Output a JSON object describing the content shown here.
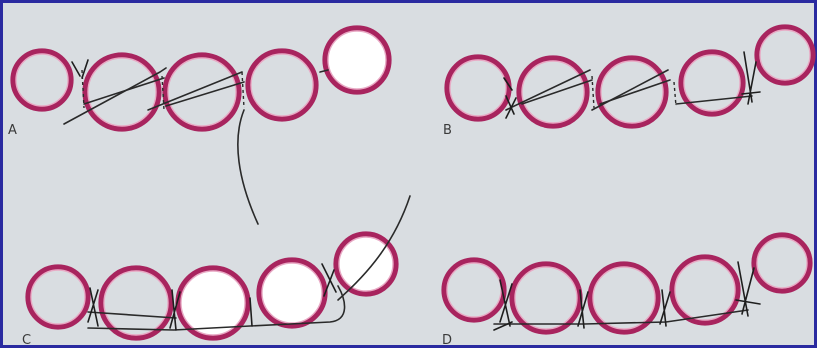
{
  "colors": {
    "frame": "#2a2aa0",
    "background": "#d9dde1",
    "ring": "#a8245e",
    "ring_highlight": "#e8a9c4",
    "ring_fill_white": "#ffffff",
    "thread": "#2a2a2a"
  },
  "panels": [
    {
      "id": "A",
      "label": "A"
    },
    {
      "id": "B",
      "label": "B"
    },
    {
      "id": "C",
      "label": "C"
    },
    {
      "id": "D",
      "label": "D"
    }
  ]
}
